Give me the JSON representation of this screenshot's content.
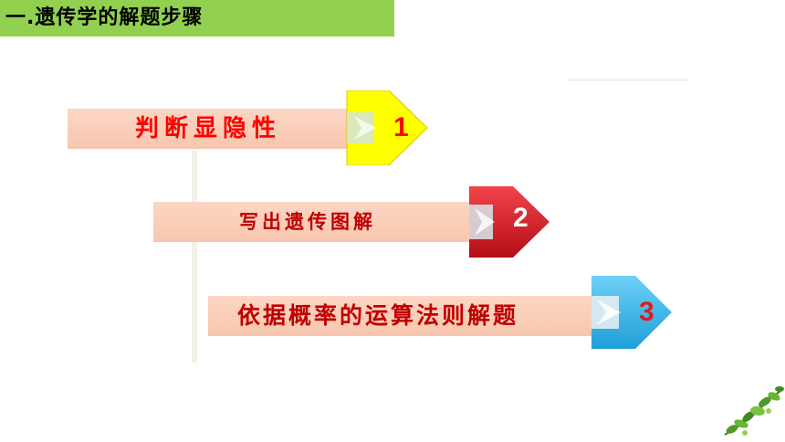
{
  "header": {
    "title": "一.遗传学的解题步骤"
  },
  "steps": [
    {
      "label": "判断显隐性",
      "number": "1",
      "arrow_color": "#ffff00",
      "text_color": "#ff0000",
      "number_color": "#ff0000"
    },
    {
      "label": "写出遗传图解",
      "number": "2",
      "arrow_color": "#e51a26",
      "text_color": "#c00000",
      "number_color": "#ffffff"
    },
    {
      "label": "依据概率的运算法则解题",
      "number": "3",
      "arrow_color": "#3fb8ef",
      "text_color": "#c00000",
      "number_color": "#e31a1c"
    }
  ],
  "colors": {
    "title_bar": "#92d050",
    "step_bar": "#f8c6ae"
  },
  "icons": {
    "corner_decoration": "leafy-vine-icon"
  }
}
